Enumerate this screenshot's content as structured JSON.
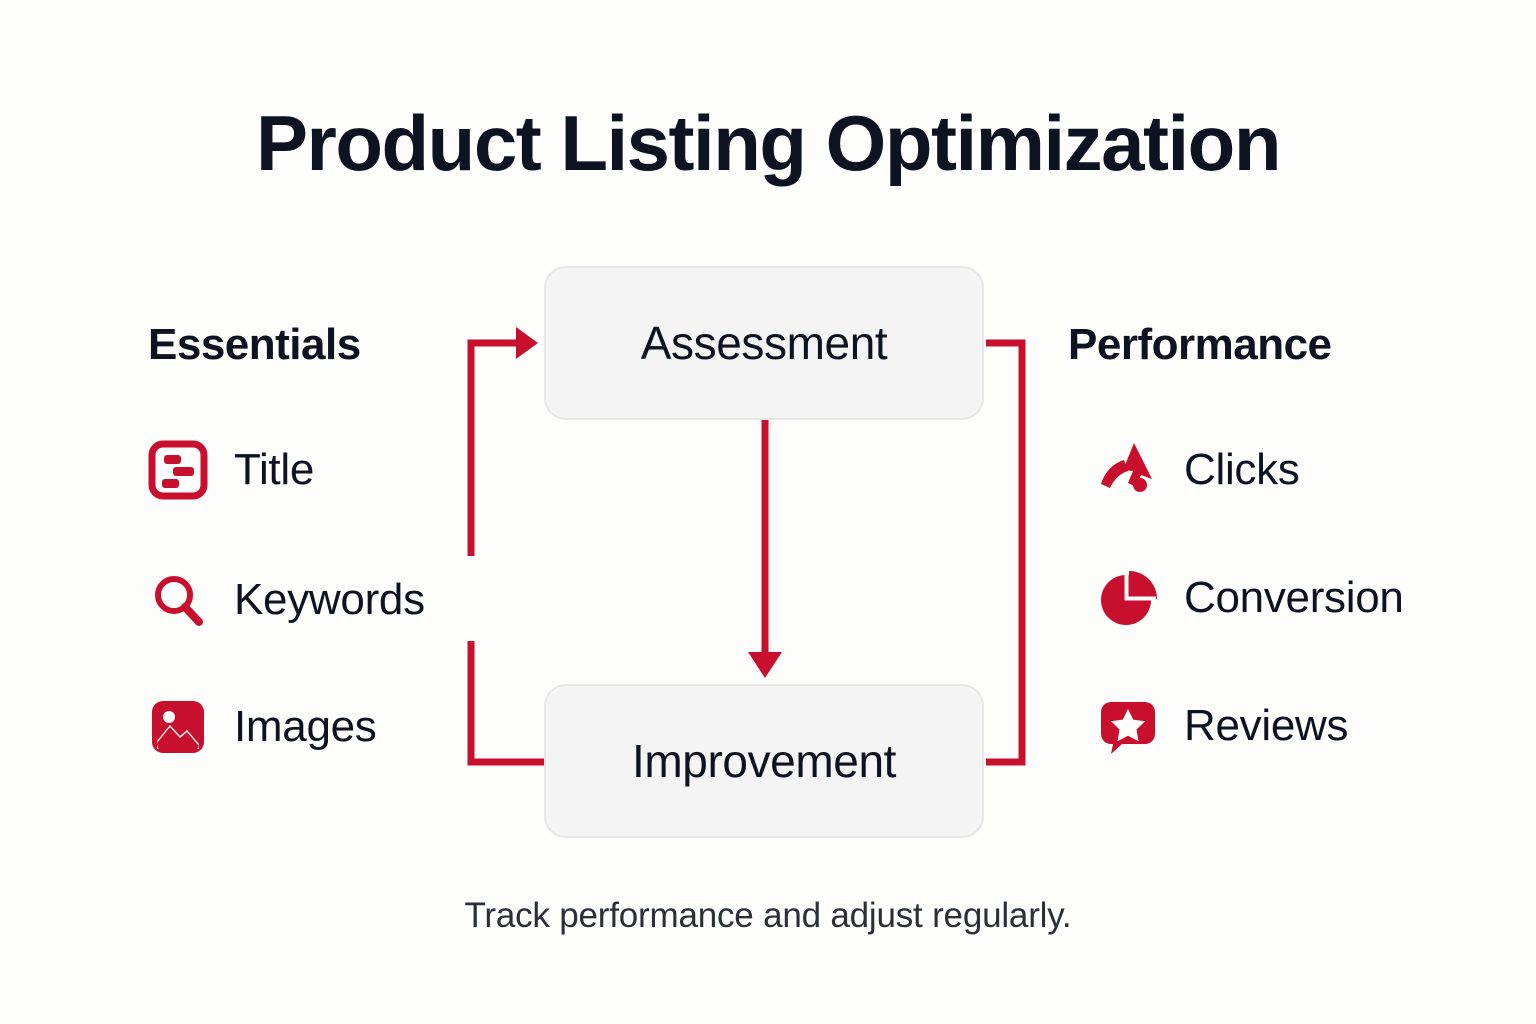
{
  "page": {
    "title": "Product Listing Optimization",
    "caption": "Track performance and adjust regularly.",
    "background_color": "#fdfdfc",
    "text_color": "#0d1321",
    "accent_color": "#c8102e",
    "box_fill_color": "#f4f4f4",
    "box_border_color": "#e6e6e6"
  },
  "left_column": {
    "heading": "Essentials",
    "items": [
      {
        "label": "Title",
        "icon": "text-layout-icon"
      },
      {
        "label": "Keywords",
        "icon": "search-icon"
      },
      {
        "label": "Images",
        "icon": "image-icon"
      }
    ]
  },
  "right_column": {
    "heading": "Performance",
    "items": [
      {
        "label": "Clicks",
        "icon": "cursor-click-icon"
      },
      {
        "label": "Conversion",
        "icon": "pie-chart-icon"
      },
      {
        "label": "Reviews",
        "icon": "star-comment-icon"
      }
    ]
  },
  "process": {
    "nodes": [
      {
        "id": "assessment",
        "label": "Assessment"
      },
      {
        "id": "improvement",
        "label": "Improvement"
      }
    ],
    "connectors": [
      {
        "from": "left-column",
        "to": "assessment",
        "arrow": true
      },
      {
        "from": "assessment",
        "to": "improvement",
        "arrow": true
      },
      {
        "from": "assessment",
        "to": "improvement",
        "arrow": false,
        "side": "right"
      },
      {
        "from": "left-column",
        "to": "improvement",
        "arrow": false
      }
    ]
  }
}
